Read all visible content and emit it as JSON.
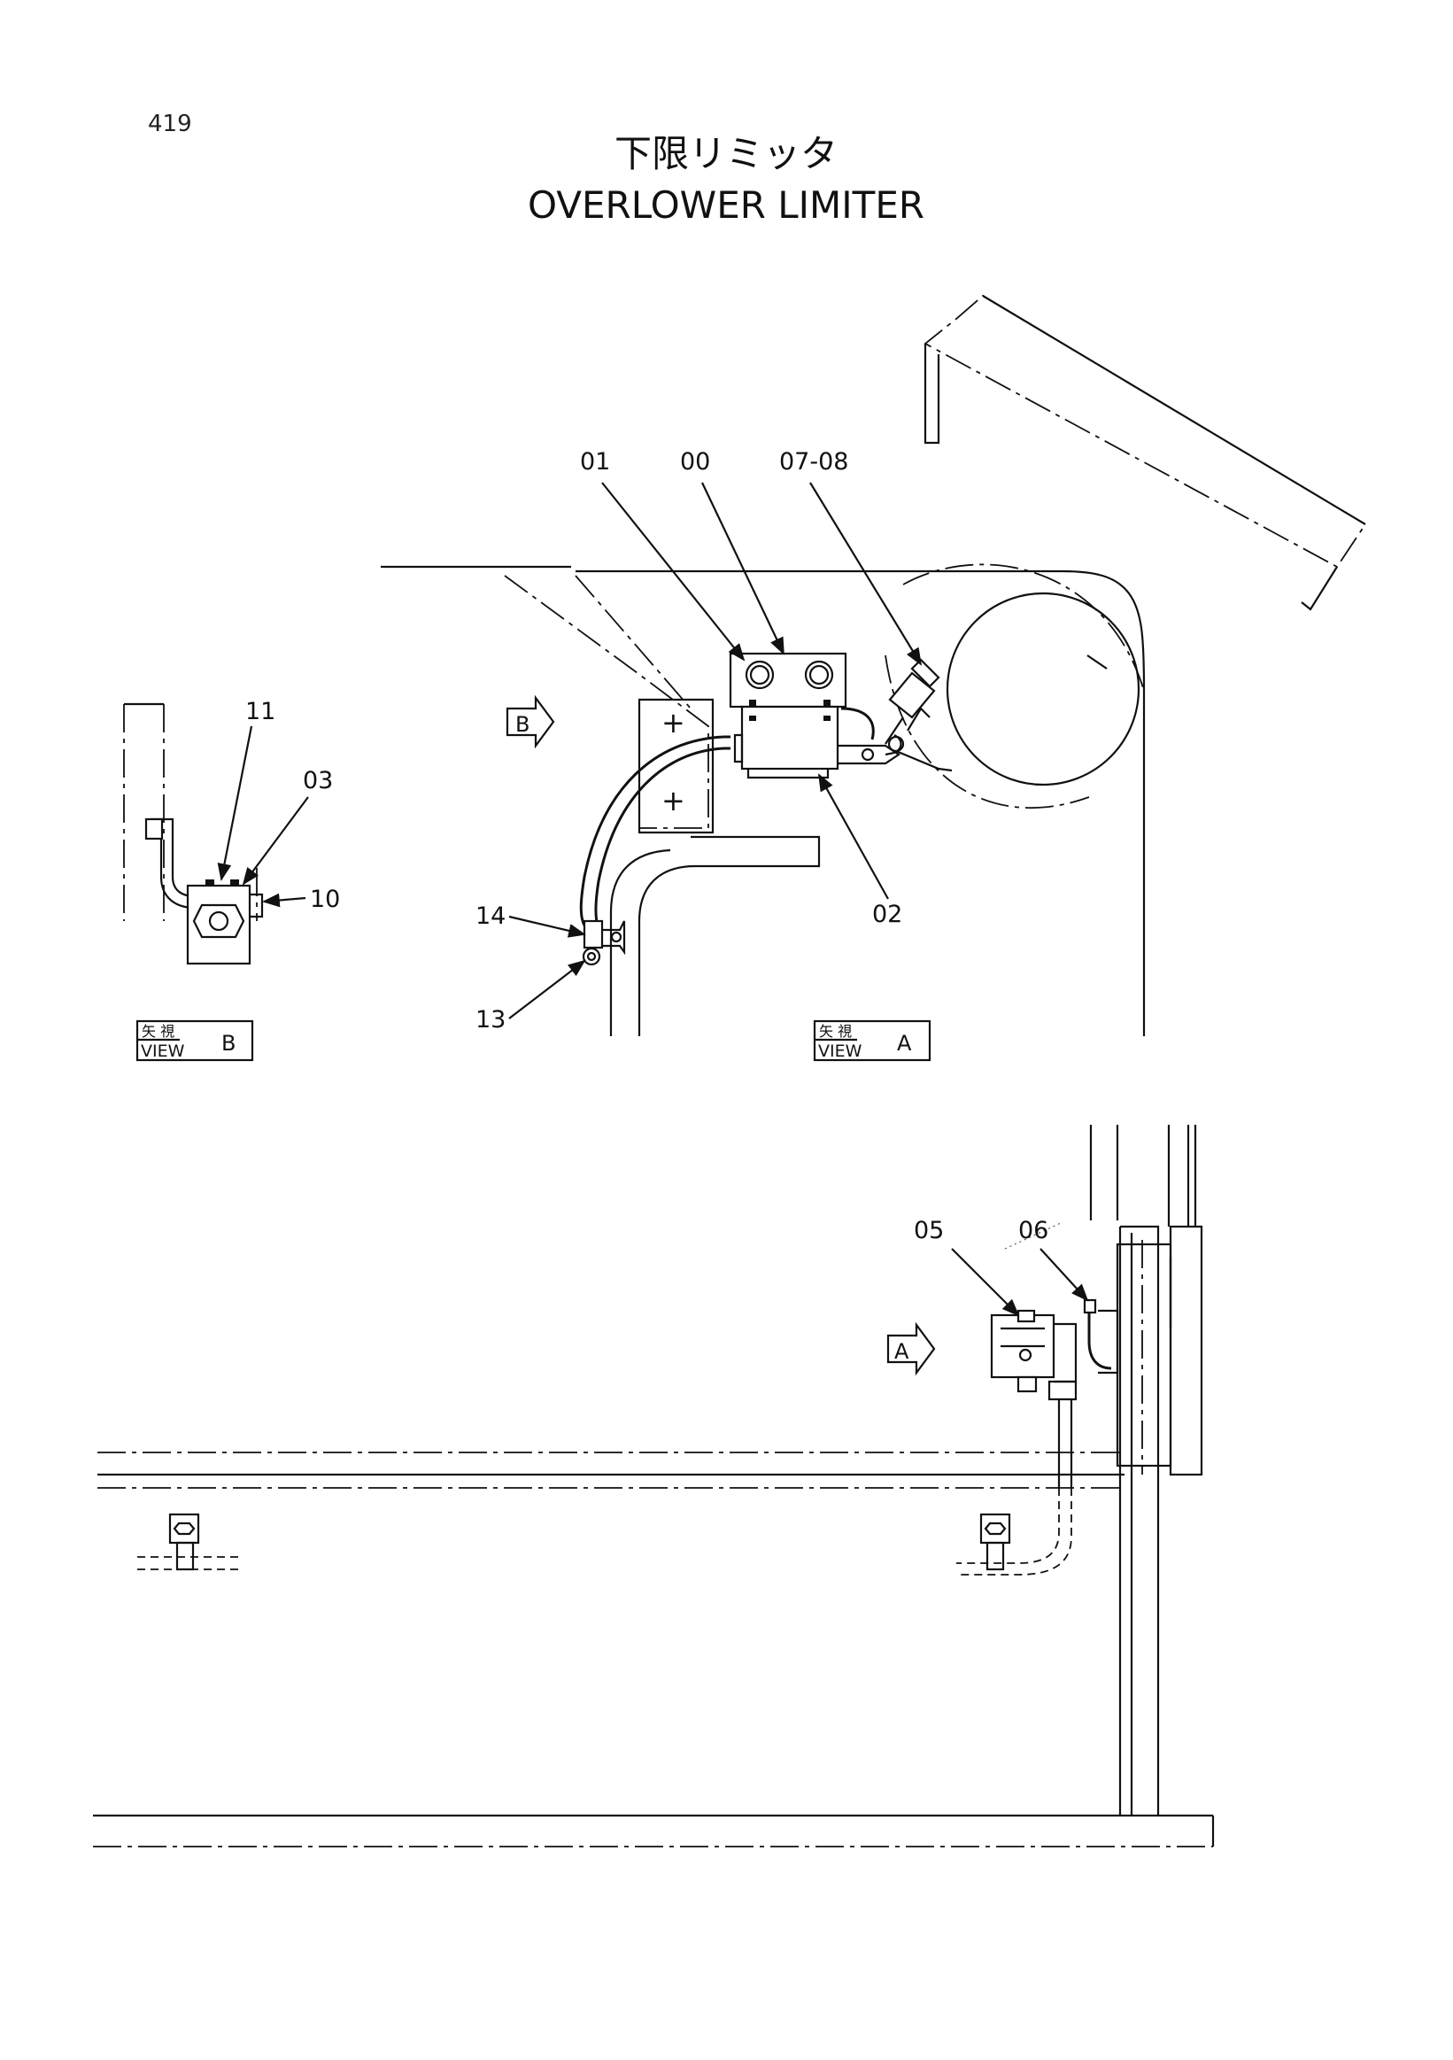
{
  "page_number": "419",
  "title_jp": "下限リミッタ",
  "title_en": "OVERLOWER LIMITER",
  "view_a": {
    "badge": "A",
    "caption_jp": "矢 視",
    "caption_en": "VIEW",
    "caption_letter": "A"
  },
  "view_b": {
    "badge": "B",
    "caption_jp": "矢 視",
    "caption_en": "VIEW",
    "caption_letter": "B"
  },
  "callouts": {
    "c00": "00",
    "c01": "01",
    "c02": "02",
    "c03": "03",
    "c05": "05",
    "c06": "06",
    "c07_08": "07-08",
    "c10": "10",
    "c11": "11",
    "c13": "13",
    "c14": "14"
  }
}
